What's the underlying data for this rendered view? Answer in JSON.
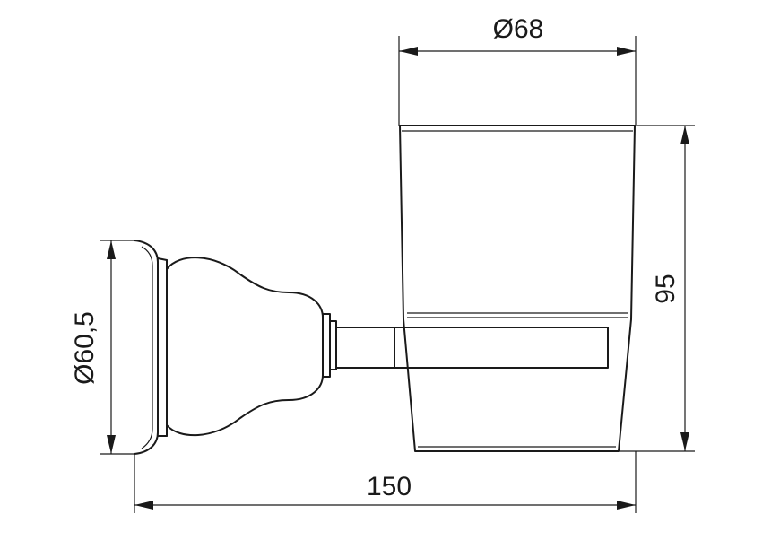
{
  "dimensions": {
    "cup_diameter": "Ø68",
    "cup_height": "95",
    "base_diameter": "Ø60,5",
    "total_length": "150"
  },
  "colors": {
    "line": "#1a1a1a",
    "background": "#ffffff"
  }
}
